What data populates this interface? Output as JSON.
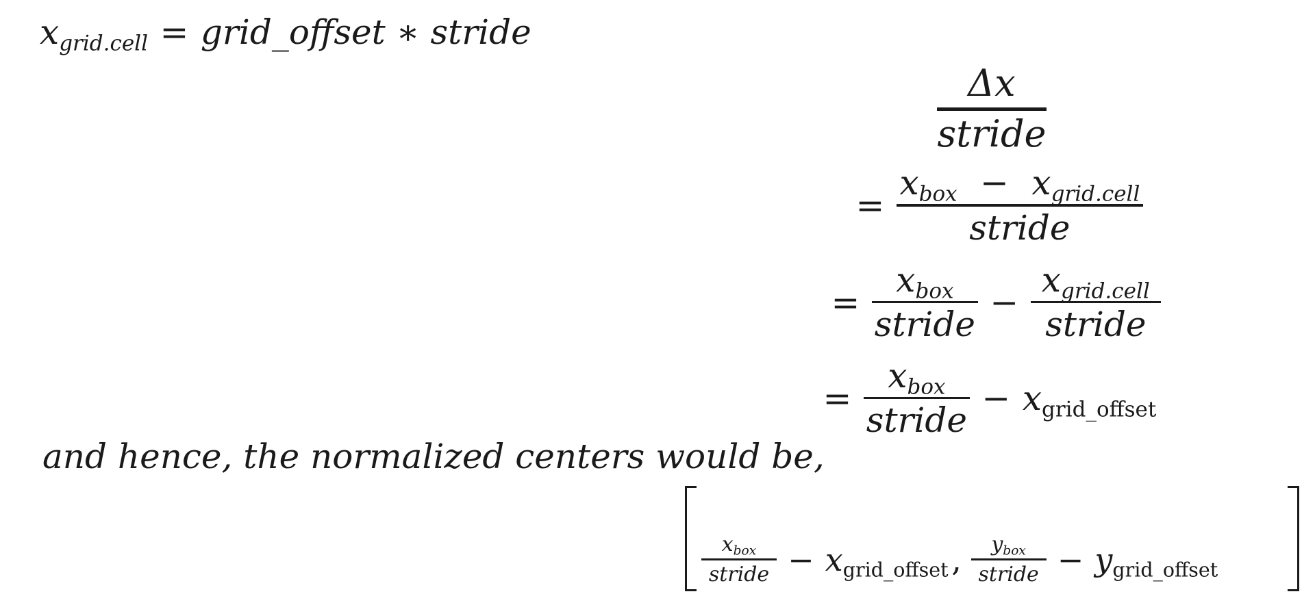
{
  "eq1": {
    "lhs_var": "x",
    "lhs_sub": "grid.cell",
    "equals": "=",
    "rhs": "grid_offset ∗ stride"
  },
  "delta": {
    "num": "Δx",
    "den": "stride"
  },
  "step1": {
    "equals": "=",
    "var1": "x",
    "sub1": "box",
    "minus": "−",
    "var2": "x",
    "sub2": "grid.cell",
    "den": "stride"
  },
  "step2": {
    "equals": "=",
    "f1_var": "x",
    "f1_sub": "box",
    "f1_den": "stride",
    "minus": "−",
    "f2_var": "x",
    "f2_sub": "grid.cell",
    "f2_den": "stride"
  },
  "step3": {
    "equals": "=",
    "f_var": "x",
    "f_sub": "box",
    "f_den": "stride",
    "minus": "−",
    "t_var": "x",
    "t_sub": "grid_offset"
  },
  "sentence": "and hence, the normalized centers would be,",
  "vector": {
    "a_var": "x",
    "a_sub": "box",
    "a_den": "stride",
    "minus1": "−",
    "b_var": "x",
    "b_sub": "grid_offset",
    "comma": ",",
    "c_var": "y",
    "c_sub": "box",
    "c_den": "stride",
    "minus2": "−",
    "d_var": "y",
    "d_sub": "grid_offset"
  }
}
